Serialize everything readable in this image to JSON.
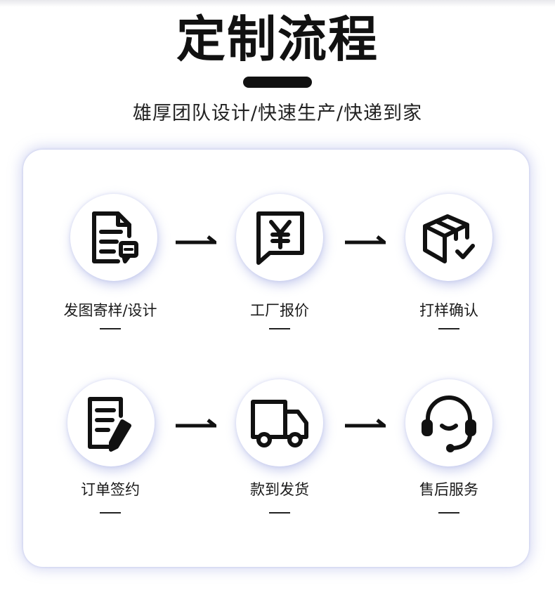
{
  "header": {
    "title": "定制流程",
    "subtitle": "雄厚团队设计/快速生产/快递到家"
  },
  "steps": [
    {
      "label": "发图寄样/设计",
      "icon": "document-chat-icon"
    },
    {
      "label": "工厂报价",
      "icon": "yen-quote-icon"
    },
    {
      "label": "打样确认",
      "icon": "box-check-icon"
    },
    {
      "label": "订单签约",
      "icon": "document-pen-icon"
    },
    {
      "label": "款到发货",
      "icon": "delivery-truck-icon"
    },
    {
      "label": "售后服务",
      "icon": "headset-icon"
    }
  ],
  "colors": {
    "text": "#1a1a1a",
    "panel_glow": "#8c96dc",
    "icon_stroke": "#111111"
  }
}
